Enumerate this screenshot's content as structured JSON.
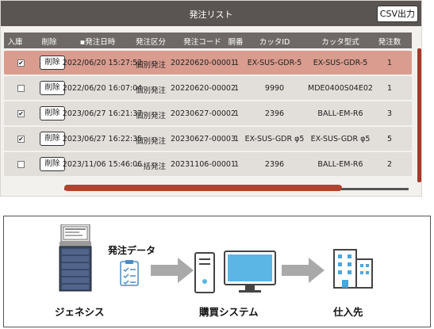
{
  "window": {
    "title": "発注リスト",
    "csv_button": "CSV出力"
  },
  "table": {
    "columns": [
      "入庫",
      "削除",
      "▪発注日時",
      "発注区分",
      "発注コード",
      "胴番",
      "カッタID",
      "カッタ型式",
      "発注数"
    ],
    "delete_label": "削除",
    "rows": [
      {
        "checked": true,
        "selected": true,
        "date": "2022/06/20 15:27:52",
        "type": "個別発注",
        "code": "20220620-00001",
        "no": "1",
        "cutter_id": "EX-SUS-GDR-5",
        "model": "EX-SUS-GDR-5",
        "qty": "1"
      },
      {
        "checked": false,
        "selected": false,
        "date": "2022/06/20 16:07:04",
        "type": "個別発注",
        "code": "20220620-00002",
        "no": "1",
        "cutter_id": "9990",
        "model": "MDE0400S04E02",
        "qty": "1"
      },
      {
        "checked": true,
        "selected": false,
        "date": "2023/06/27 16:21:37",
        "type": "個別発注",
        "code": "20230627-00002",
        "no": "1",
        "cutter_id": "2396",
        "model": "BALL-EM-R6",
        "qty": "3"
      },
      {
        "checked": true,
        "selected": false,
        "date": "2023/06/27 16:22:35",
        "type": "個別発注",
        "code": "20230627-00003",
        "no": "1",
        "cutter_id": "EX-SUS-GDR φ5",
        "model": "EX-SUS-GDR φ5",
        "qty": "5"
      },
      {
        "checked": false,
        "selected": false,
        "date": "2023/11/06 15:46:06",
        "type": "一括発注",
        "code": "20231106-00001",
        "no": "1",
        "cutter_id": "2396",
        "model": "BALL-EM-R6",
        "qty": "2"
      }
    ]
  },
  "diagram": {
    "source": "ジェネシス",
    "flow_label": "発注データ",
    "system": "購買システム",
    "destination": "仕入先",
    "colors": {
      "arrow": "#a9a9a9",
      "monitor_screen": "#5bb6e6",
      "building": "#4aa7dc",
      "selected_row": "#d99c8e",
      "scroll": "#b2432f"
    },
    "icons": [
      "cabinet-icon",
      "checklist-icon",
      "arrow-right-icon",
      "desktop-pc-icon",
      "building-icon"
    ]
  }
}
